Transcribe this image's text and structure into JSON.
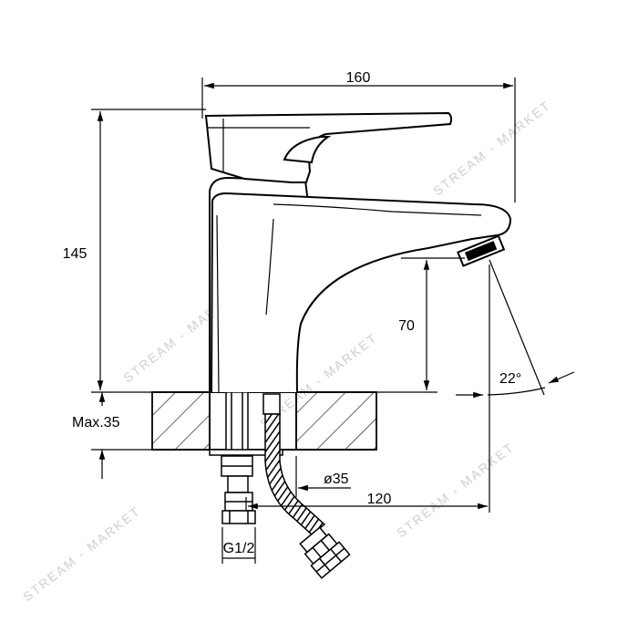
{
  "dimensions": {
    "width_total": "160",
    "height_total": "145",
    "spout_height": "70",
    "mount_thickness": "Max.35",
    "hole_diameter": "ø35",
    "spout_reach": "120",
    "connection": "G1/2",
    "aerator_angle": "22°"
  },
  "watermark": "STREAM - MARKET"
}
